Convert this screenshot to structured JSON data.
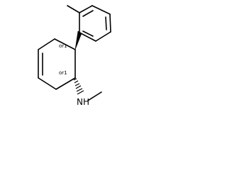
{
  "molecule": {
    "atoms": {
      "nitrogen_label": "NH"
    },
    "stereo": {
      "upper_center_label": "or1",
      "lower_center_label": "or1"
    }
  }
}
